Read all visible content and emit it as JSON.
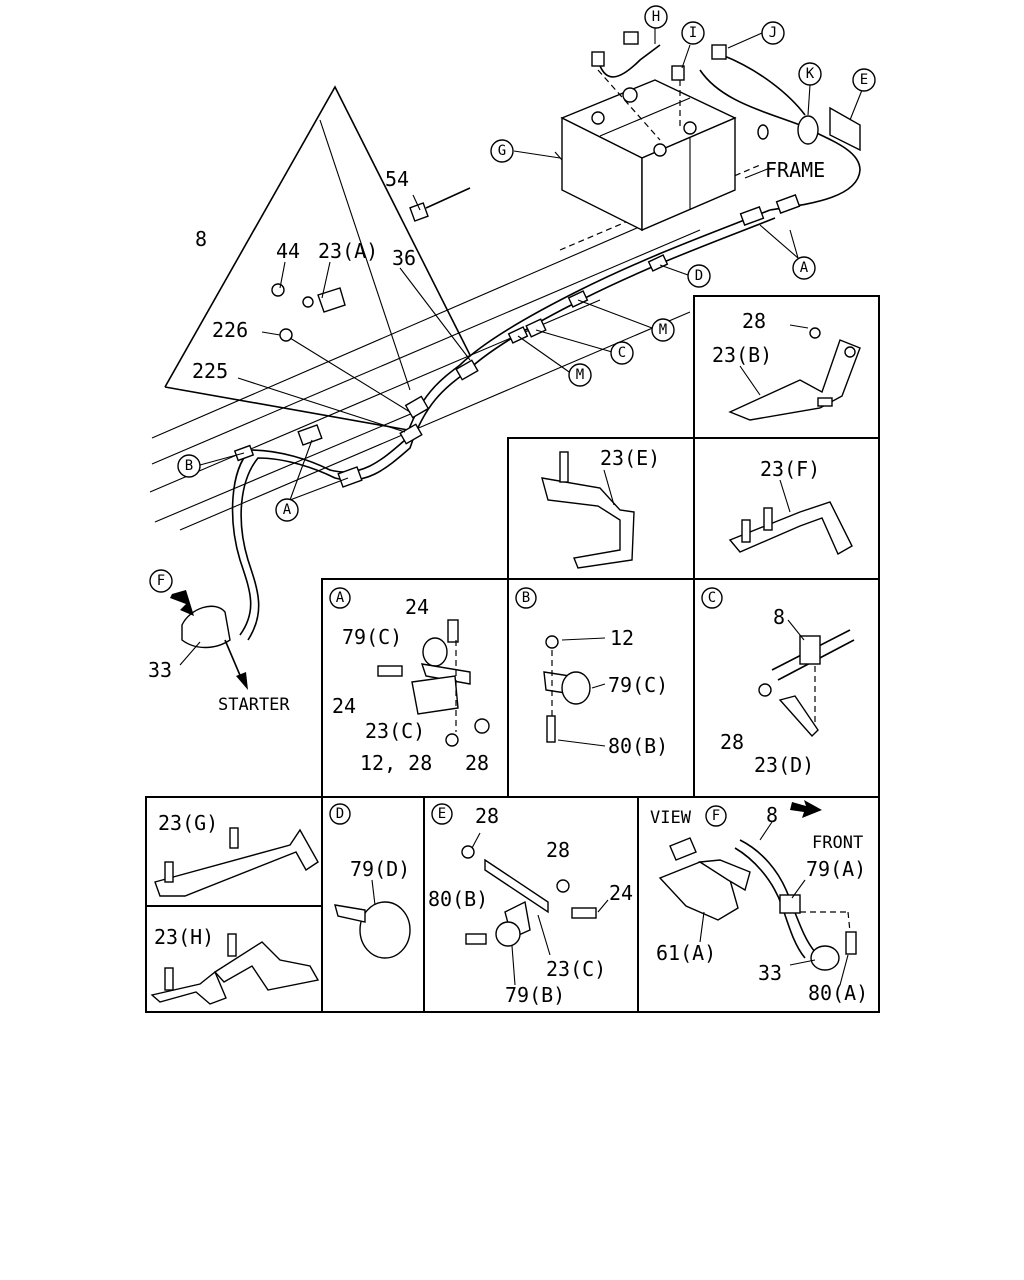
{
  "callouts_top": {
    "H": "H",
    "I": "I",
    "J": "J",
    "K": "K",
    "E": "E",
    "G": "G",
    "A": "A",
    "D": "D",
    "M1": "M",
    "C": "C",
    "M2": "M",
    "B": "B",
    "A2": "A",
    "F": "F"
  },
  "labels_top": {
    "frame": "FRAME",
    "starter": "STARTER",
    "p54": "54",
    "p8": "8",
    "p44": "44",
    "p23a": "23(A)",
    "p36": "36",
    "p226": "226",
    "p225": "225",
    "p33": "33"
  },
  "panel_23b": {
    "p28": "28",
    "p23b": "23(B)"
  },
  "panel_23e": {
    "p23e": "23(E)"
  },
  "panel_23f": {
    "p23f": "23(F)"
  },
  "detail_A": {
    "letter": "A",
    "p24a": "24",
    "p79c": "79(C)",
    "p24b": "24",
    "p23c": "23(C)",
    "p1228": "12, 28",
    "p28": "28"
  },
  "detail_B": {
    "letter": "B",
    "p12": "12",
    "p79c": "79(C)",
    "p80b": "80(B)"
  },
  "detail_C": {
    "letter": "C",
    "p8": "8",
    "p28": "28",
    "p23d": "23(D)"
  },
  "panel_23g": {
    "p23g": "23(G)"
  },
  "panel_23h": {
    "p23h": "23(H)"
  },
  "detail_D": {
    "letter": "D",
    "p79d": "79(D)"
  },
  "detail_E": {
    "letter": "E",
    "p28a": "28",
    "p28b": "28",
    "p80b": "80(B)",
    "p24": "24",
    "p23c": "23(C)",
    "p79b": "79(B)"
  },
  "view_F": {
    "view": "VIEW",
    "letter": "F",
    "p8": "8",
    "front": "FRONT",
    "p79a": "79(A)",
    "p61a": "61(A)",
    "p33": "33",
    "p80a": "80(A)"
  }
}
